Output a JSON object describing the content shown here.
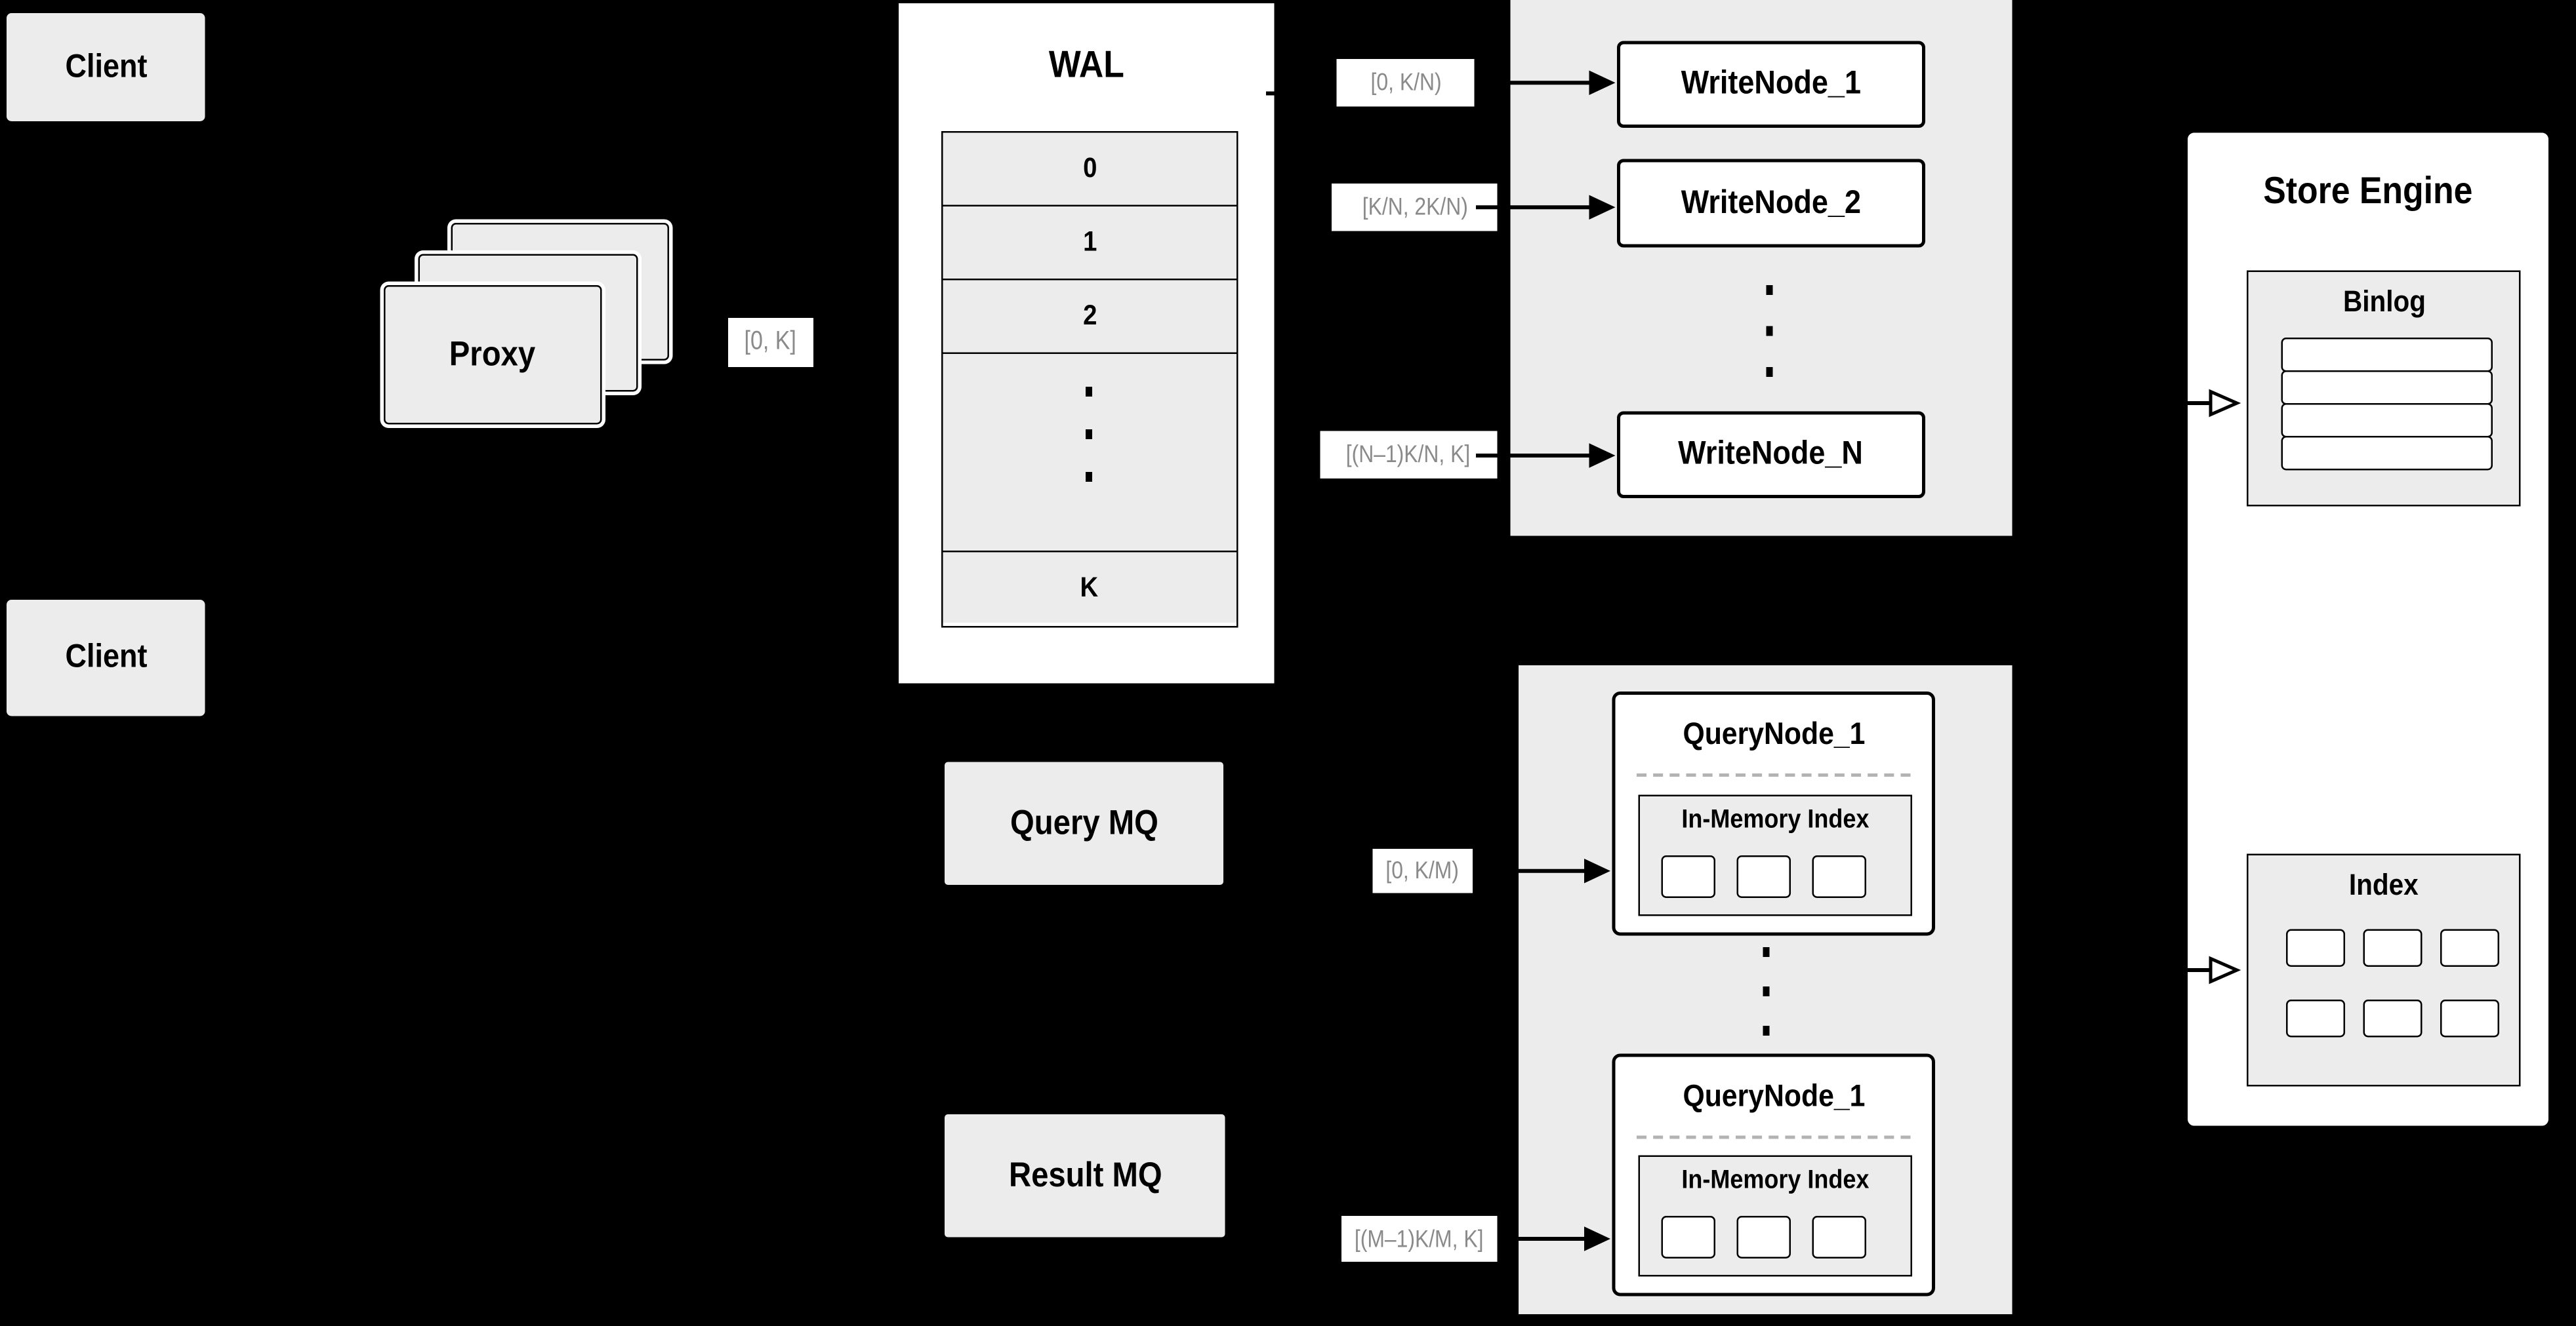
{
  "colors": {
    "background": "#000000",
    "box_gray": "#ececec",
    "white": "#ffffff",
    "line_black": "#000000",
    "edge_label_text": "#8a8a8a",
    "dashed_divider": "#b3b3b3"
  },
  "clients": {
    "top": "Client",
    "bottom": "Client"
  },
  "proxy": {
    "label": "Proxy"
  },
  "wal": {
    "title": "WAL",
    "rows": [
      "0",
      "1",
      "2"
    ],
    "last_row": "K"
  },
  "write_nodes": {
    "node1": "WriteNode_1",
    "node2": "WriteNode_2",
    "nodeN": "WriteNode_N"
  },
  "query_nodes": {
    "nodes": [
      {
        "title": "QueryNode_1",
        "index_label": "In-Memory Index"
      },
      {
        "title": "QueryNode_1",
        "index_label": "In-Memory Index"
      }
    ]
  },
  "mq": {
    "query": "Query MQ",
    "result": "Result MQ"
  },
  "store_engine": {
    "title": "Store Engine",
    "binlog_title": "Binlog",
    "index_title": "Index"
  },
  "edge_labels": {
    "proxy_wal": "[0, K]",
    "wal_wn1": "[0, K/N)",
    "wal_wn2": "[K/N, 2K/N)",
    "wal_wnN": "[(N–1)K/N, K]",
    "mq_qn1": "[0, K/M)",
    "mq_qnM": "[(M–1)K/M, K]"
  }
}
